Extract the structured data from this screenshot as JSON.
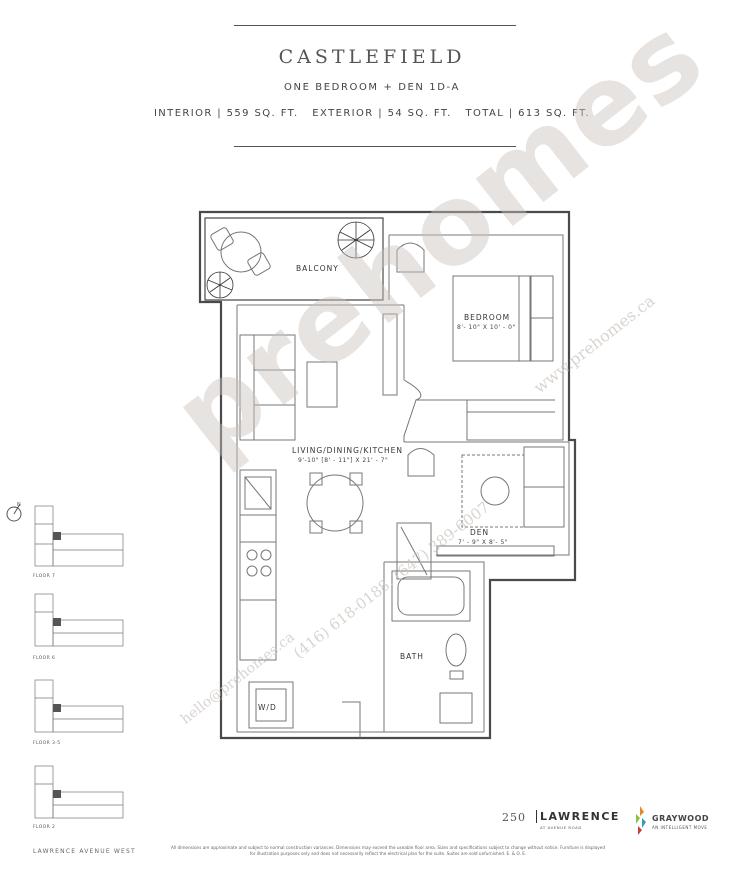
{
  "header": {
    "title": "CASTLEFIELD",
    "subtitle": "ONE BEDROOM + DEN 1D-A",
    "areas": "INTERIOR | 559 SQ. FT.   EXTERIOR | 54 SQ. FT.   TOTAL | 613 SQ. FT."
  },
  "rooms": {
    "balcony": "BALCONY",
    "bedroom": "BEDROOM",
    "bedroom_dim": "8'- 10\" X 10' - 0\"",
    "living": "LIVING/DINING/KITCHEN",
    "living_dim": "9'-10\" [8' - 11\"] X 21' - 7\"",
    "den": "DEN",
    "den_dim": "7' - 9\" X 8'- 5\"",
    "bath": "BATH",
    "wd": "W/D"
  },
  "keyplans": [
    {
      "label": "FLOOR 7"
    },
    {
      "label": "FLOOR 6"
    },
    {
      "label": "FLOOR 3-5"
    },
    {
      "label": "FLOOR 2"
    }
  ],
  "street": "LAWRENCE AVENUE WEST",
  "watermark": {
    "site": "www.prehomes.ca",
    "phone": "(416) 618-0188, (647) 389-6007",
    "email": "hello@prehomes.ca",
    "brand": "prehomes"
  },
  "footer": {
    "disclaimer": "All dimensions are approximate and subject to normal construction variances. Dimensions may exceed the useable floor area. Sizes and specifications subject to change without notice. Furniture is displayed for illustration purposes only and does not necessarily reflect the electrical plan for the suite. Suites are sold unfurnished. E. & O. E.",
    "project_number": "250",
    "project_name": "LAWRENCE",
    "project_sub": "AT AVENUE ROAD",
    "developer": "GRAYWOOD",
    "developer_tag": "AN INTELLIGENT MOVE"
  },
  "colors": {
    "wall": "#4a4a4a",
    "line": "#777777",
    "watermark": "#c9c2bd",
    "graywood_leaf_1": "#e08a2c",
    "graywood_leaf_2": "#8cbf3f",
    "graywood_leaf_3": "#2f9fb3",
    "graywood_leaf_4": "#c8403a"
  }
}
